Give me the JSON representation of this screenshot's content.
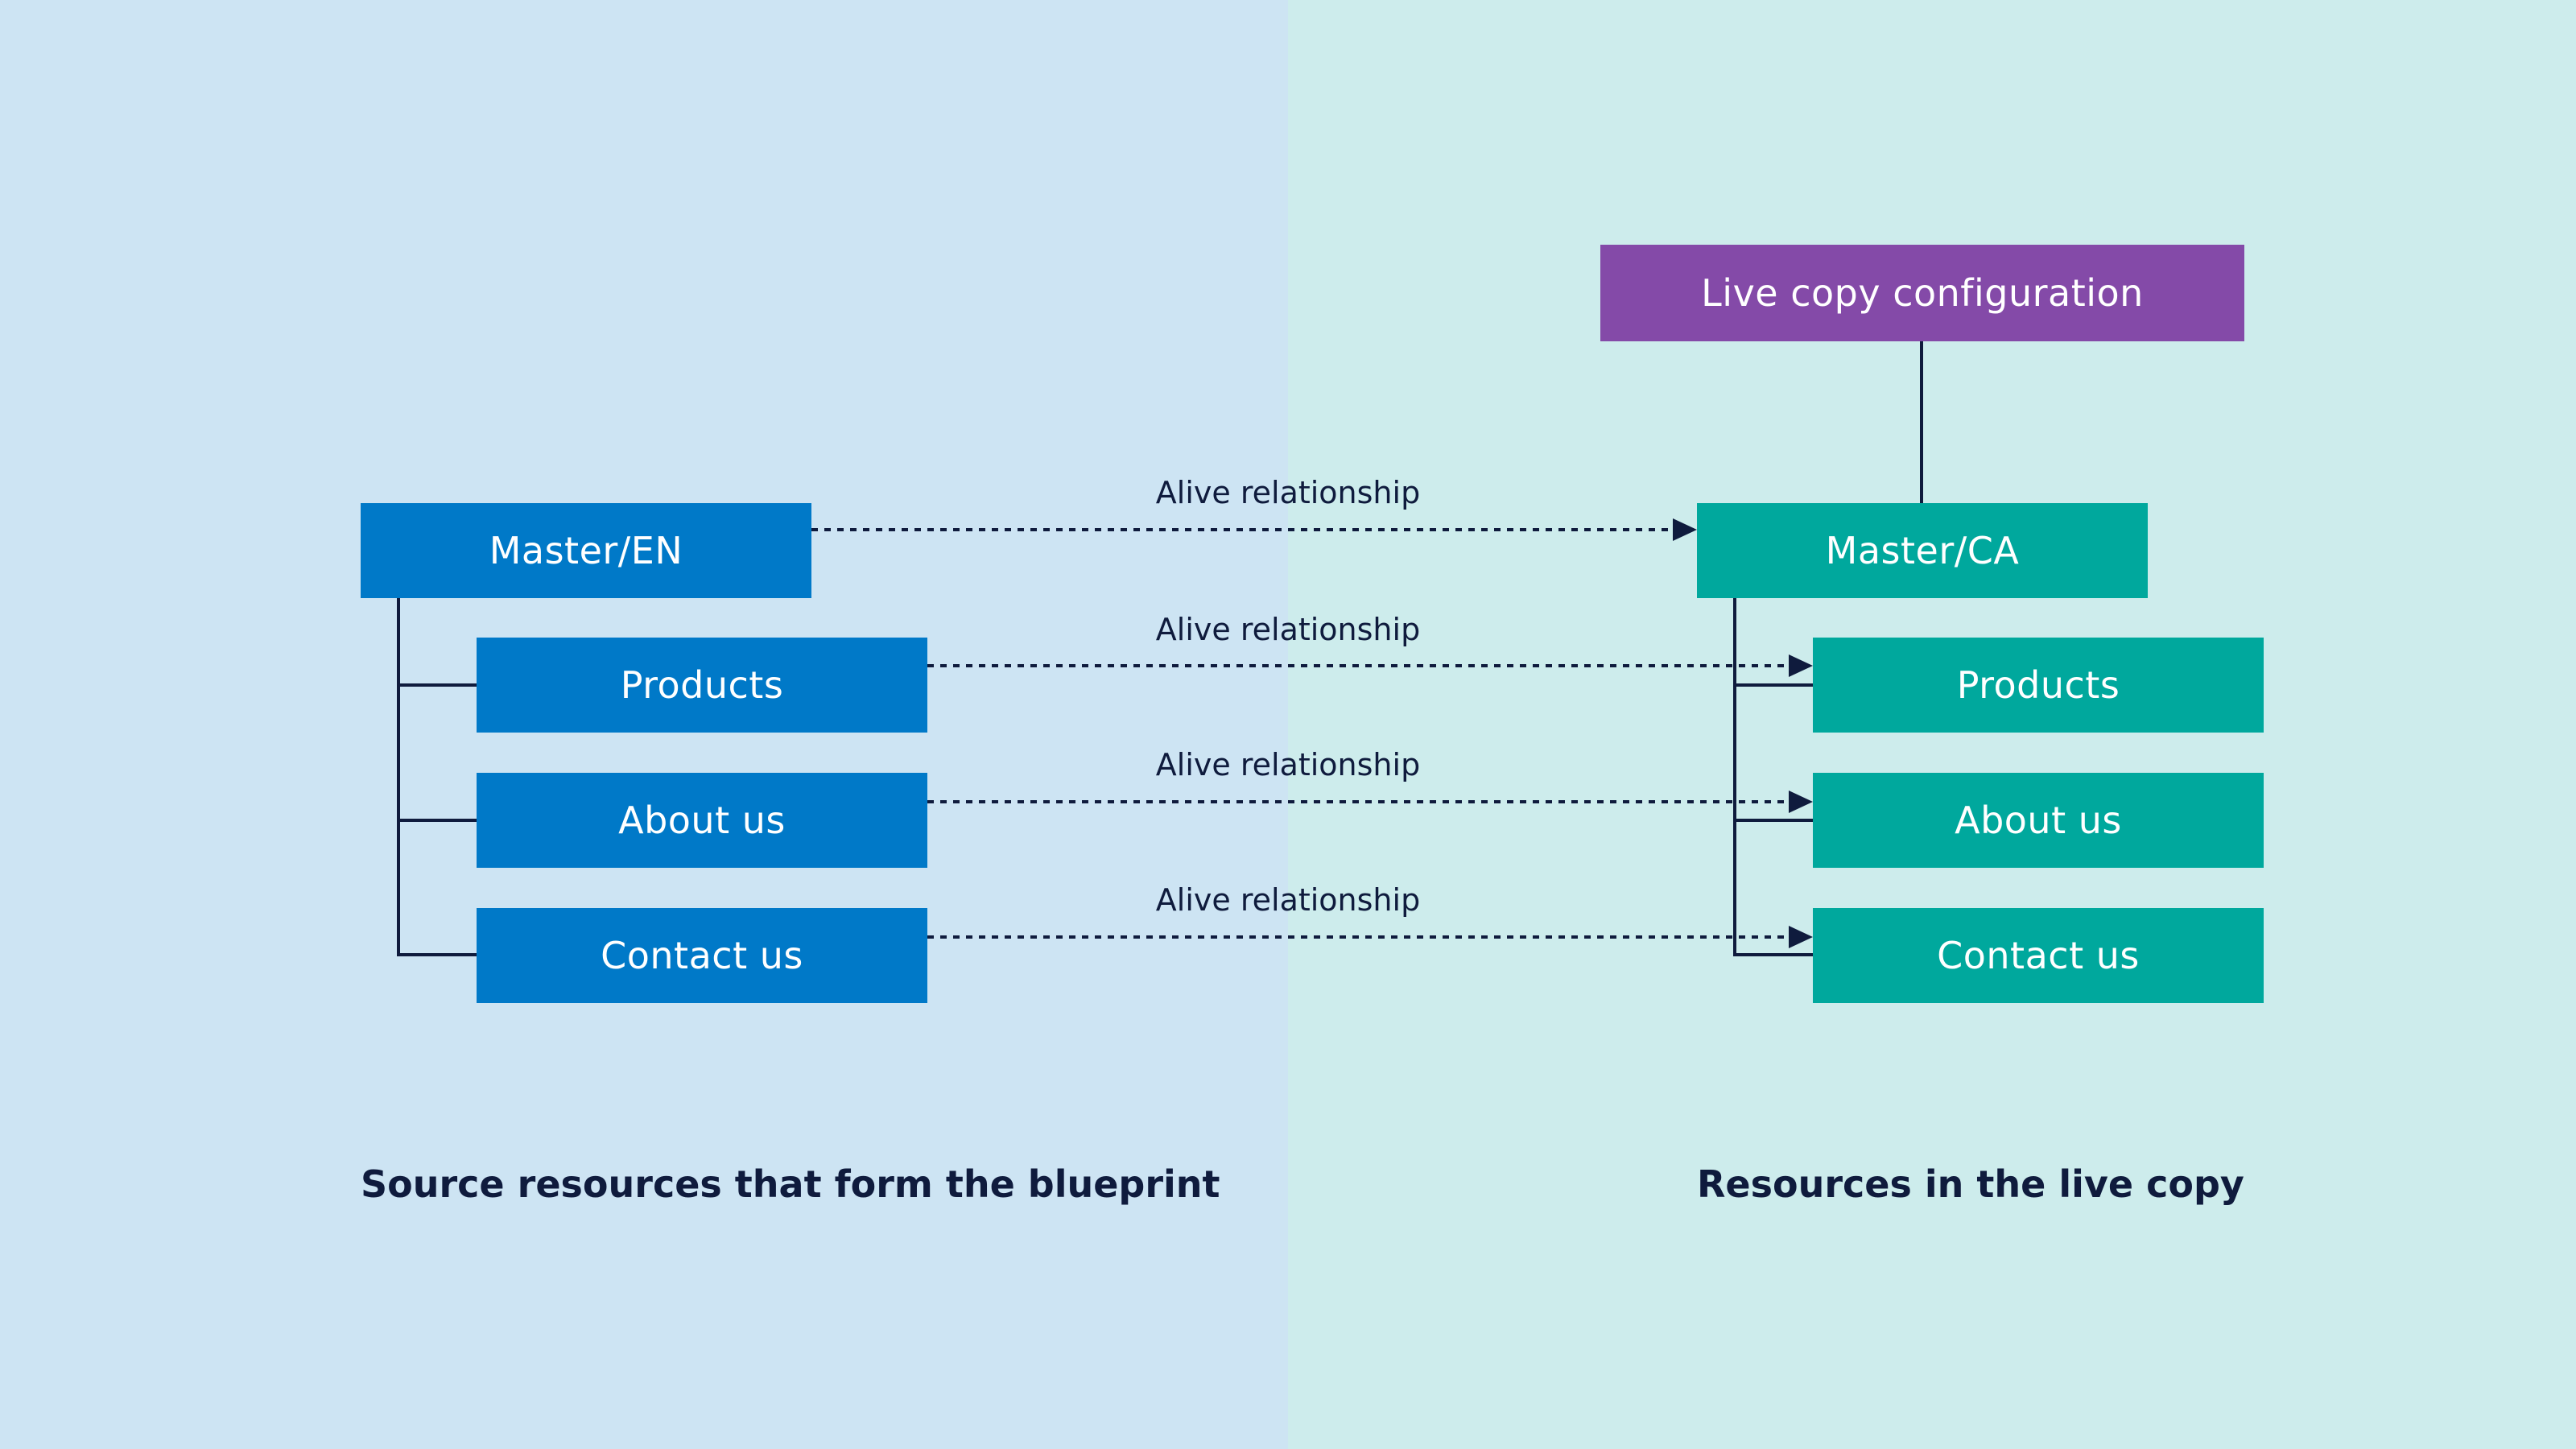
{
  "colors": {
    "source": "#0079c8",
    "live_copy": "#00a89d",
    "config": "#844aa8",
    "line": "#0f1b3d",
    "bg_left": "#cde4f3",
    "bg_right": "#cdecec"
  },
  "source": {
    "root": "Master/EN",
    "children": [
      "Products",
      "About us",
      "Contact us"
    ],
    "caption": "Source resources that form the blueprint"
  },
  "live_copy": {
    "config": "Live copy configuration",
    "root": "Master/CA",
    "children": [
      "Products",
      "About us",
      "Contact us"
    ],
    "caption": "Resources in the live copy"
  },
  "relationships": [
    "Alive relationship",
    "Alive relationship",
    "Alive relationship",
    "Alive relationship"
  ]
}
